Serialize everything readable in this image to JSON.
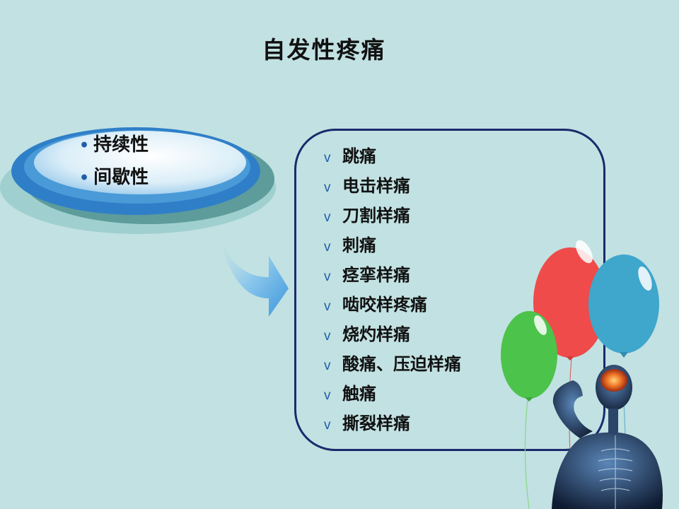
{
  "slide": {
    "title": "自发性疼痛",
    "categories": [
      "持续性",
      "间歇性"
    ],
    "bullet_marker": "•",
    "list_marker": "v",
    "pain_types": [
      "跳痛",
      "电击样痛",
      "刀割样痛",
      "刺痛",
      "痉挛样痛",
      "啮咬样疼痛",
      "烧灼样痛",
      "酸痛、压迫样痛",
      "触痛",
      "撕裂样痛"
    ]
  },
  "colors": {
    "background": "#c2e1e2",
    "box_border": "#1a2a6c",
    "marker": "#1f5fa8",
    "balloon_red": "#ef4b4b",
    "balloon_blue": "#3fa6cc",
    "balloon_green": "#4cc34a"
  }
}
